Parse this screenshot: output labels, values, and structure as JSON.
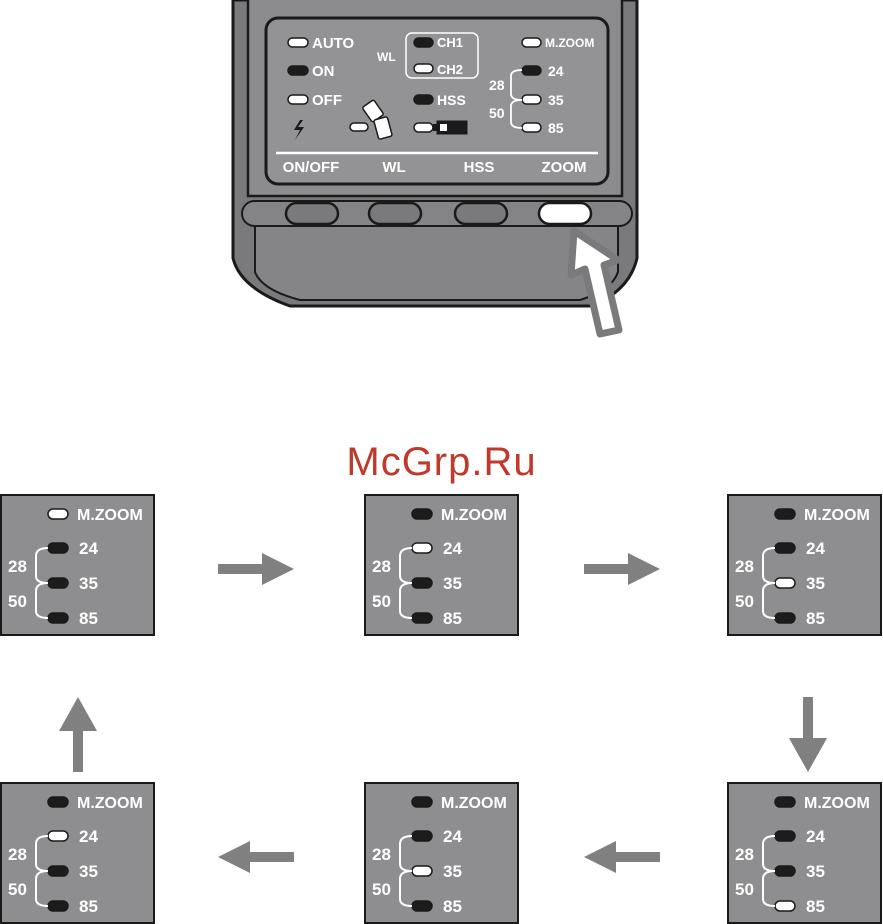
{
  "device": {
    "mode_labels": [
      "AUTO",
      "ON",
      "OFF"
    ],
    "wl_label": "WL",
    "channel_labels": [
      "CH1",
      "CH2"
    ],
    "hss_label": "HSS",
    "mzoom_label": "M.ZOOM",
    "zoom_values": [
      "24",
      "35",
      "85"
    ],
    "zoom_groups": [
      "28",
      "50"
    ],
    "button_labels": [
      "ON/OFF",
      "WL",
      "HSS",
      "ZOOM"
    ],
    "active_button": "ZOOM"
  },
  "sequence": {
    "mzoom_label": "M.ZOOM",
    "zoom_values": [
      "24",
      "35",
      "85"
    ],
    "zoom_groups": [
      "28",
      "50"
    ],
    "states": [
      {
        "lit": "mzoom"
      },
      {
        "lit": "24"
      },
      {
        "lit": "35"
      },
      {
        "lit": "85"
      },
      {
        "lit": "35"
      },
      {
        "lit": "24"
      }
    ]
  },
  "colors": {
    "panel": "#8e8e90",
    "led_on": "#ffffff",
    "led_off": "#1c1c1c",
    "arrow": "#808080"
  },
  "watermark": "McGrp.Ru"
}
